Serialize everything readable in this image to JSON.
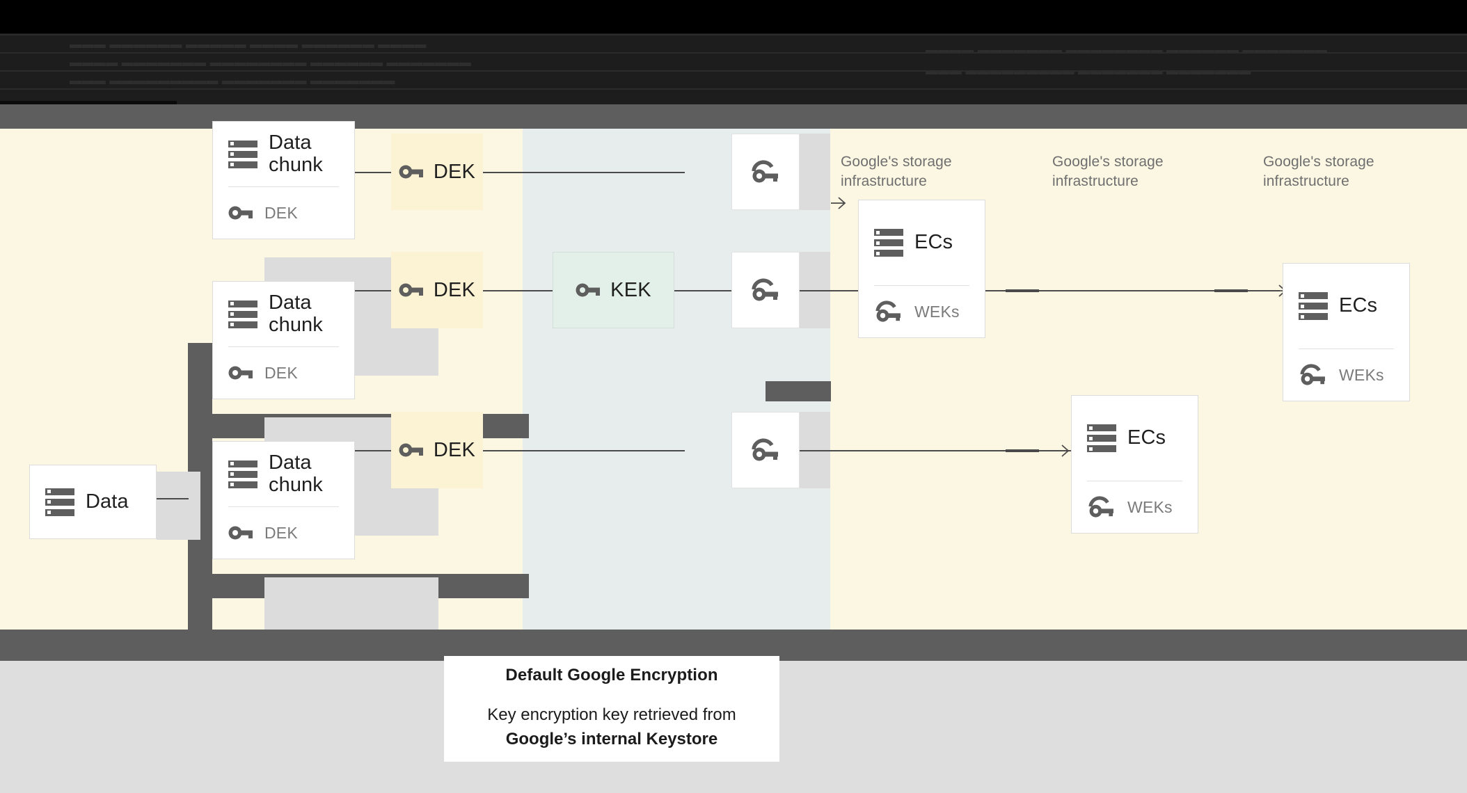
{
  "header": {
    "obscured_text_rows": [
      "▬▬▬  ▬▬▬▬▬▬  ▬▬▬▬▬        ▬▬▬▬ ▬▬▬▬▬▬ ▬▬▬▬",
      "▬▬▬▬  ▬▬▬▬▬▬▬  ▬▬▬▬▬▬▬▬    ▬▬▬▬▬▬ ▬▬▬▬▬▬▬",
      "▬▬▬  ▬▬▬▬▬▬▬▬▬  ▬▬▬▬▬▬▬  ▬▬▬▬▬▬▬"
    ]
  },
  "diagram": {
    "source": {
      "label": "Data",
      "icon": "server-icon"
    },
    "chunks": [
      {
        "title": "Data\nchunk",
        "key_label": "DEK",
        "tile_label": "DEK"
      },
      {
        "title": "Data\nchunk",
        "key_label": "DEK",
        "tile_label": "DEK"
      },
      {
        "title": "Data\nchunk",
        "key_label": "DEK",
        "tile_label": "DEK"
      }
    ],
    "kek": {
      "label": "KEK",
      "icon": "key-icon"
    },
    "wrapped_keys": [
      {
        "icon": "wrapped-key-icon"
      },
      {
        "icon": "wrapped-key-icon"
      },
      {
        "icon": "wrapped-key-icon"
      }
    ],
    "infra_labels": [
      "Google's storage\ninfrastructure",
      "Google's storage\ninfrastructure",
      "Google's storage\ninfrastructure"
    ],
    "ec_stores": [
      {
        "title": "ECs",
        "key_label": "WEKs"
      },
      {
        "title": "ECs",
        "key_label": "WEKs"
      },
      {
        "title": "ECs",
        "key_label": "WEKs"
      }
    ]
  },
  "caption": {
    "title": "Default Google Encryption",
    "line1": "Key encryption key retrieved from",
    "line2": "Google’s internal Keystore"
  },
  "colors": {
    "canvas_cream": "#fcf7e3",
    "panel_mid": "#e7ecec",
    "dek_tile": "#fcf2d4",
    "kek_tile": "#e3f0e9",
    "bar_dark": "#5e5e5e",
    "footer_grey": "#dedede",
    "icon_grey": "#5e5e5e"
  }
}
